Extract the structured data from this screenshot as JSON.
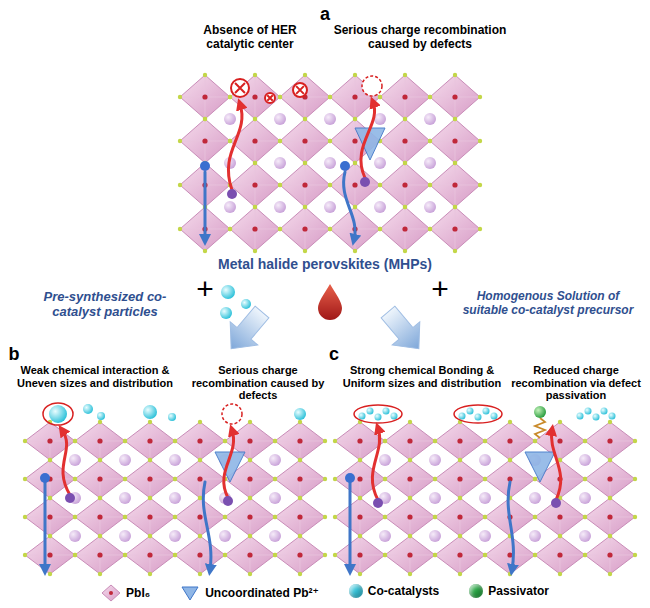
{
  "diagram": {
    "labels": [
      "a",
      "Absence of HER catalytic center",
      "Serious charge recombination caused by defects",
      "Metal halide perovskites (MHPs)",
      "+",
      "Pre-synthesized co-catalyst particles",
      "+",
      "Homogenous Solution of suitable co-catalyst precursor",
      "b",
      "Weak chemical interaction & Uneven sizes and distribution",
      "Serious charge recombination caused by defects",
      "c",
      "Strong chemical Bonding & Uniform sizes and distribution",
      "Reduced charge recombination via defect passivation"
    ],
    "legend": [
      {
        "text": "PbI₆"
      },
      {
        "text": "Uncoordinated Pb²⁺"
      },
      {
        "text": "Co-catalysts",
        "color": "#37c6dc"
      },
      {
        "text": "Passivator",
        "color": "#2aa845"
      }
    ]
  }
}
